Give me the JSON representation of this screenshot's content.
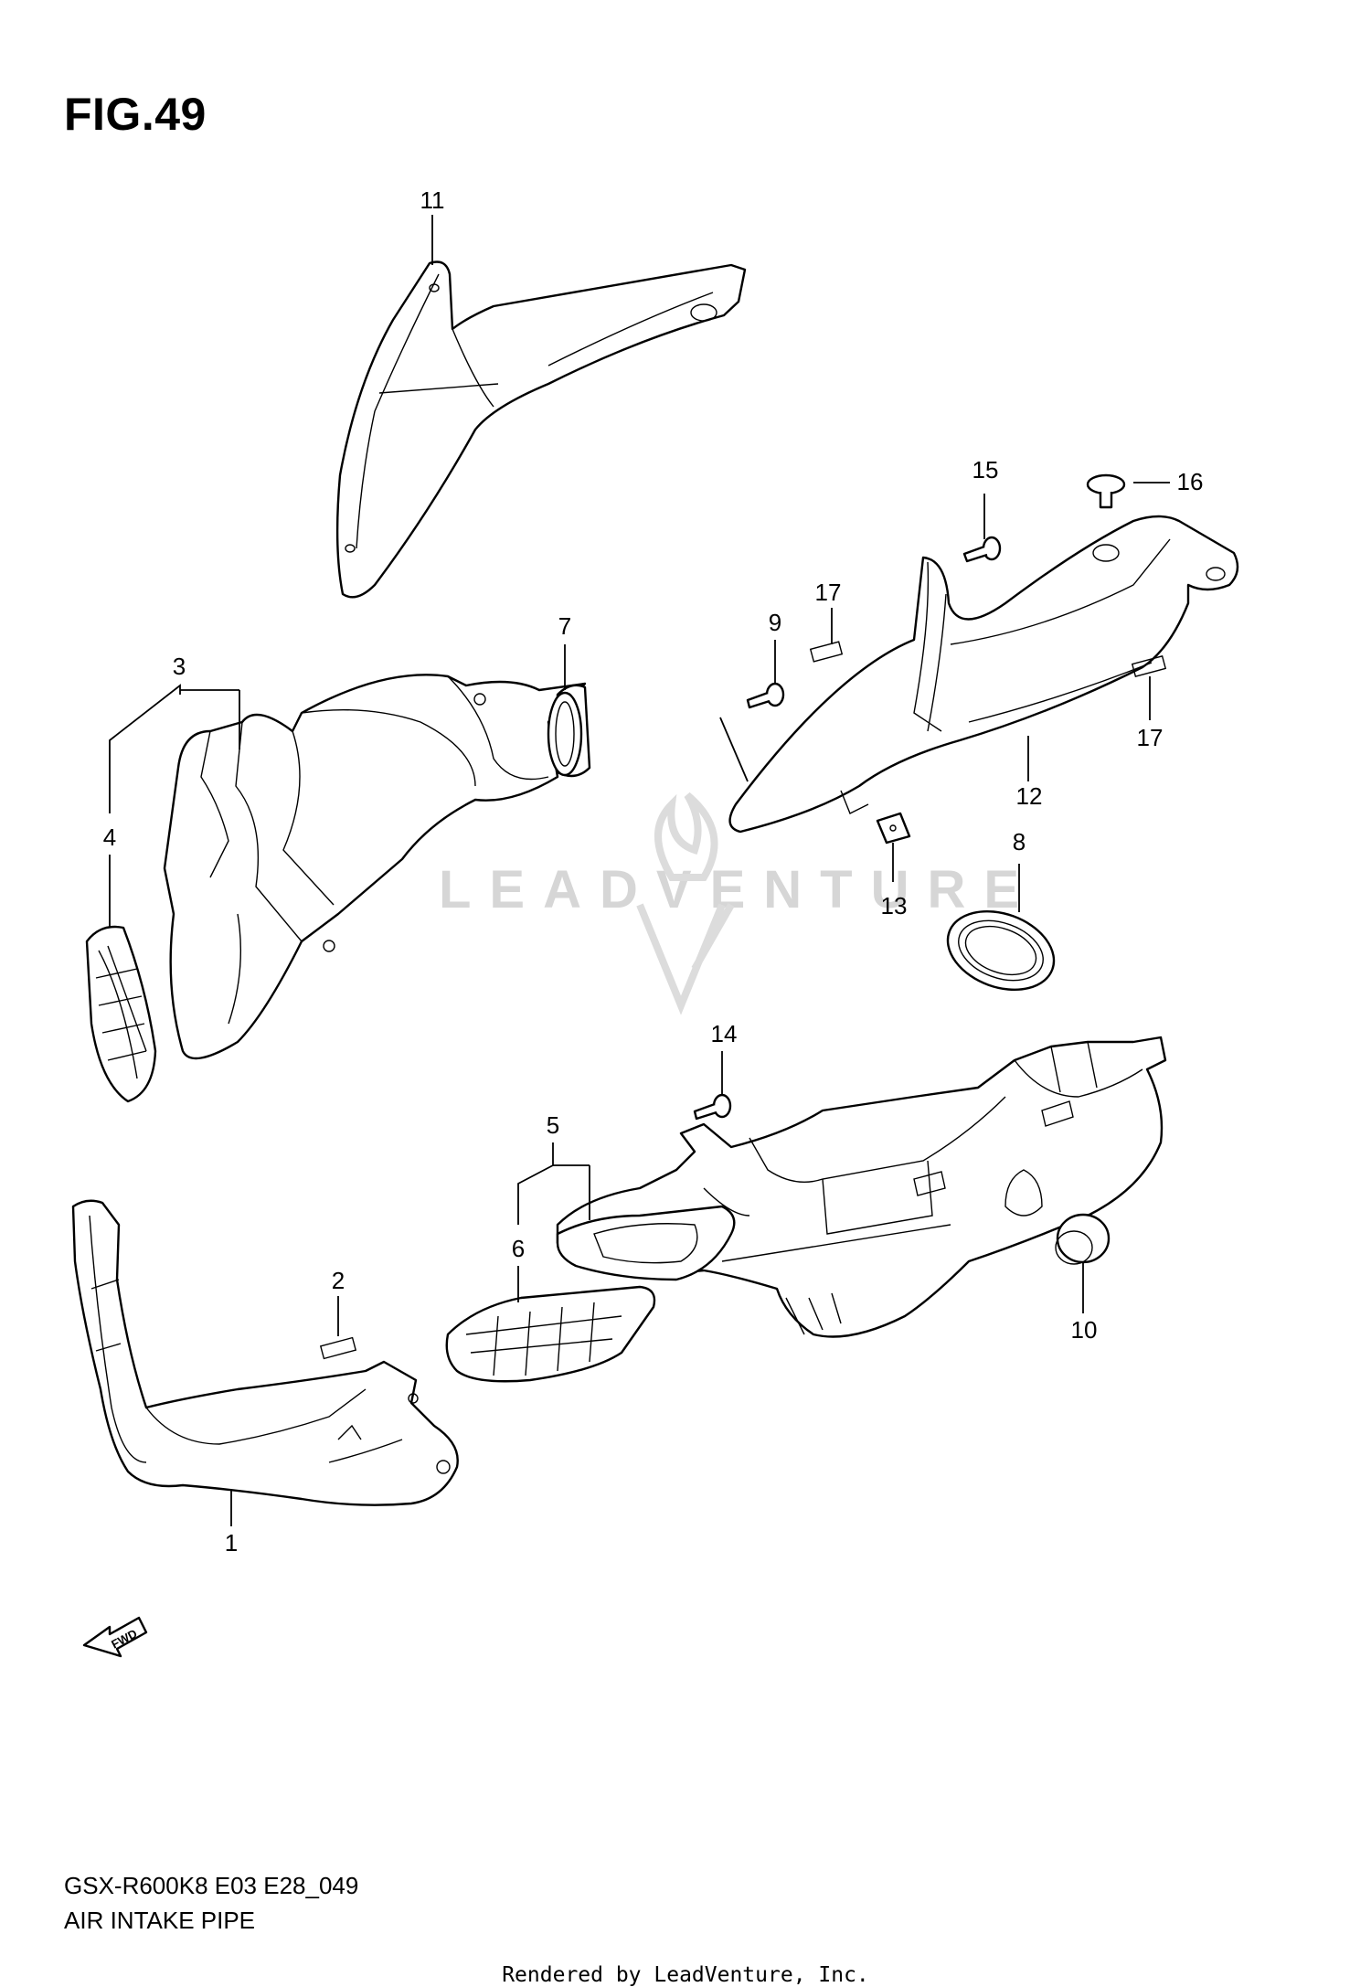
{
  "figure": {
    "title": "FIG.49",
    "model_code": "GSX-R600K8 E03 E28_049",
    "name": "AIR INTAKE PIPE",
    "watermark": "LEADVENTURE",
    "rendered_by": "Rendered by LeadVenture, Inc.",
    "direction_label": "FWD"
  },
  "callouts": [
    "1",
    "2",
    "3",
    "4",
    "5",
    "6",
    "7",
    "8",
    "9",
    "10",
    "11",
    "12",
    "13",
    "14",
    "15",
    "16",
    "17",
    "17"
  ]
}
